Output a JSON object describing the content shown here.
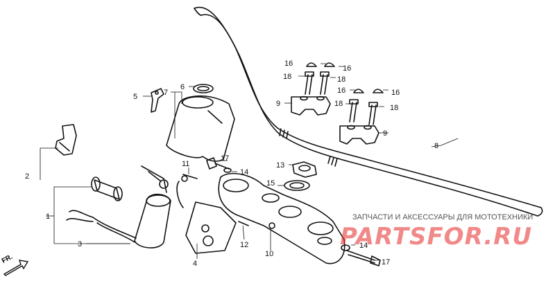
{
  "diagram": {
    "callouts": [
      {
        "id": "c1",
        "text": "1"
      },
      {
        "id": "c2",
        "text": "2"
      },
      {
        "id": "c3",
        "text": "3"
      },
      {
        "id": "c4",
        "text": "4"
      },
      {
        "id": "c5",
        "text": "5"
      },
      {
        "id": "c6",
        "text": "6"
      },
      {
        "id": "c7",
        "text": "7"
      },
      {
        "id": "c8",
        "text": "8"
      },
      {
        "id": "c9a",
        "text": "9"
      },
      {
        "id": "c9b",
        "text": "9"
      },
      {
        "id": "c10",
        "text": "10"
      },
      {
        "id": "c11",
        "text": "11"
      },
      {
        "id": "c12",
        "text": "12"
      },
      {
        "id": "c13",
        "text": "13"
      },
      {
        "id": "c14a",
        "text": "14"
      },
      {
        "id": "c14b",
        "text": "14"
      },
      {
        "id": "c15",
        "text": "15"
      },
      {
        "id": "c16a",
        "text": "16"
      },
      {
        "id": "c16b",
        "text": "16"
      },
      {
        "id": "c16c",
        "text": "16"
      },
      {
        "id": "c16d",
        "text": "16"
      },
      {
        "id": "c17a",
        "text": "17"
      },
      {
        "id": "c17b",
        "text": "17"
      },
      {
        "id": "c18a",
        "text": "18"
      },
      {
        "id": "c18b",
        "text": "18"
      },
      {
        "id": "c18c",
        "text": "18"
      },
      {
        "id": "c18d",
        "text": "18"
      }
    ],
    "front_marker": "FR.",
    "watermark": {
      "tagline": "ЗАПЧАСТИ И АКСЕССУАРЫ ДЛЯ МОТОТЕХНИКИ",
      "logo": "PARTSFOR.RU"
    }
  }
}
